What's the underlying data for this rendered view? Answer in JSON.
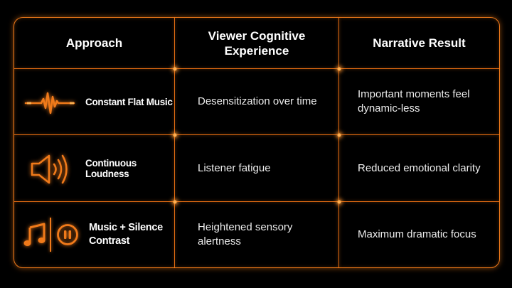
{
  "table": {
    "headers": {
      "approach": "Approach",
      "experience": "Viewer Cognitive Experience",
      "result": "Narrative Result"
    },
    "rows": [
      {
        "icon": "waveform-icon",
        "approach": "Constant Flat Music",
        "experience": "Desensitization over time",
        "result": "Important moments feel dynamic-less"
      },
      {
        "icon": "speaker-loud-icon",
        "approach": "Continuous Loudness",
        "experience": "Listener fatigue",
        "result": "Reduced emotional clarity"
      },
      {
        "icon": "music-note-pause-icon",
        "approach": "Music + Silence Contrast",
        "experience": "Heightened sensory alertness",
        "result": "Maximum dramatic focus"
      }
    ]
  },
  "colors": {
    "accent": "#f07a1a",
    "glow": "#ffb050",
    "background": "#000000",
    "text": "#f2f2f2"
  }
}
